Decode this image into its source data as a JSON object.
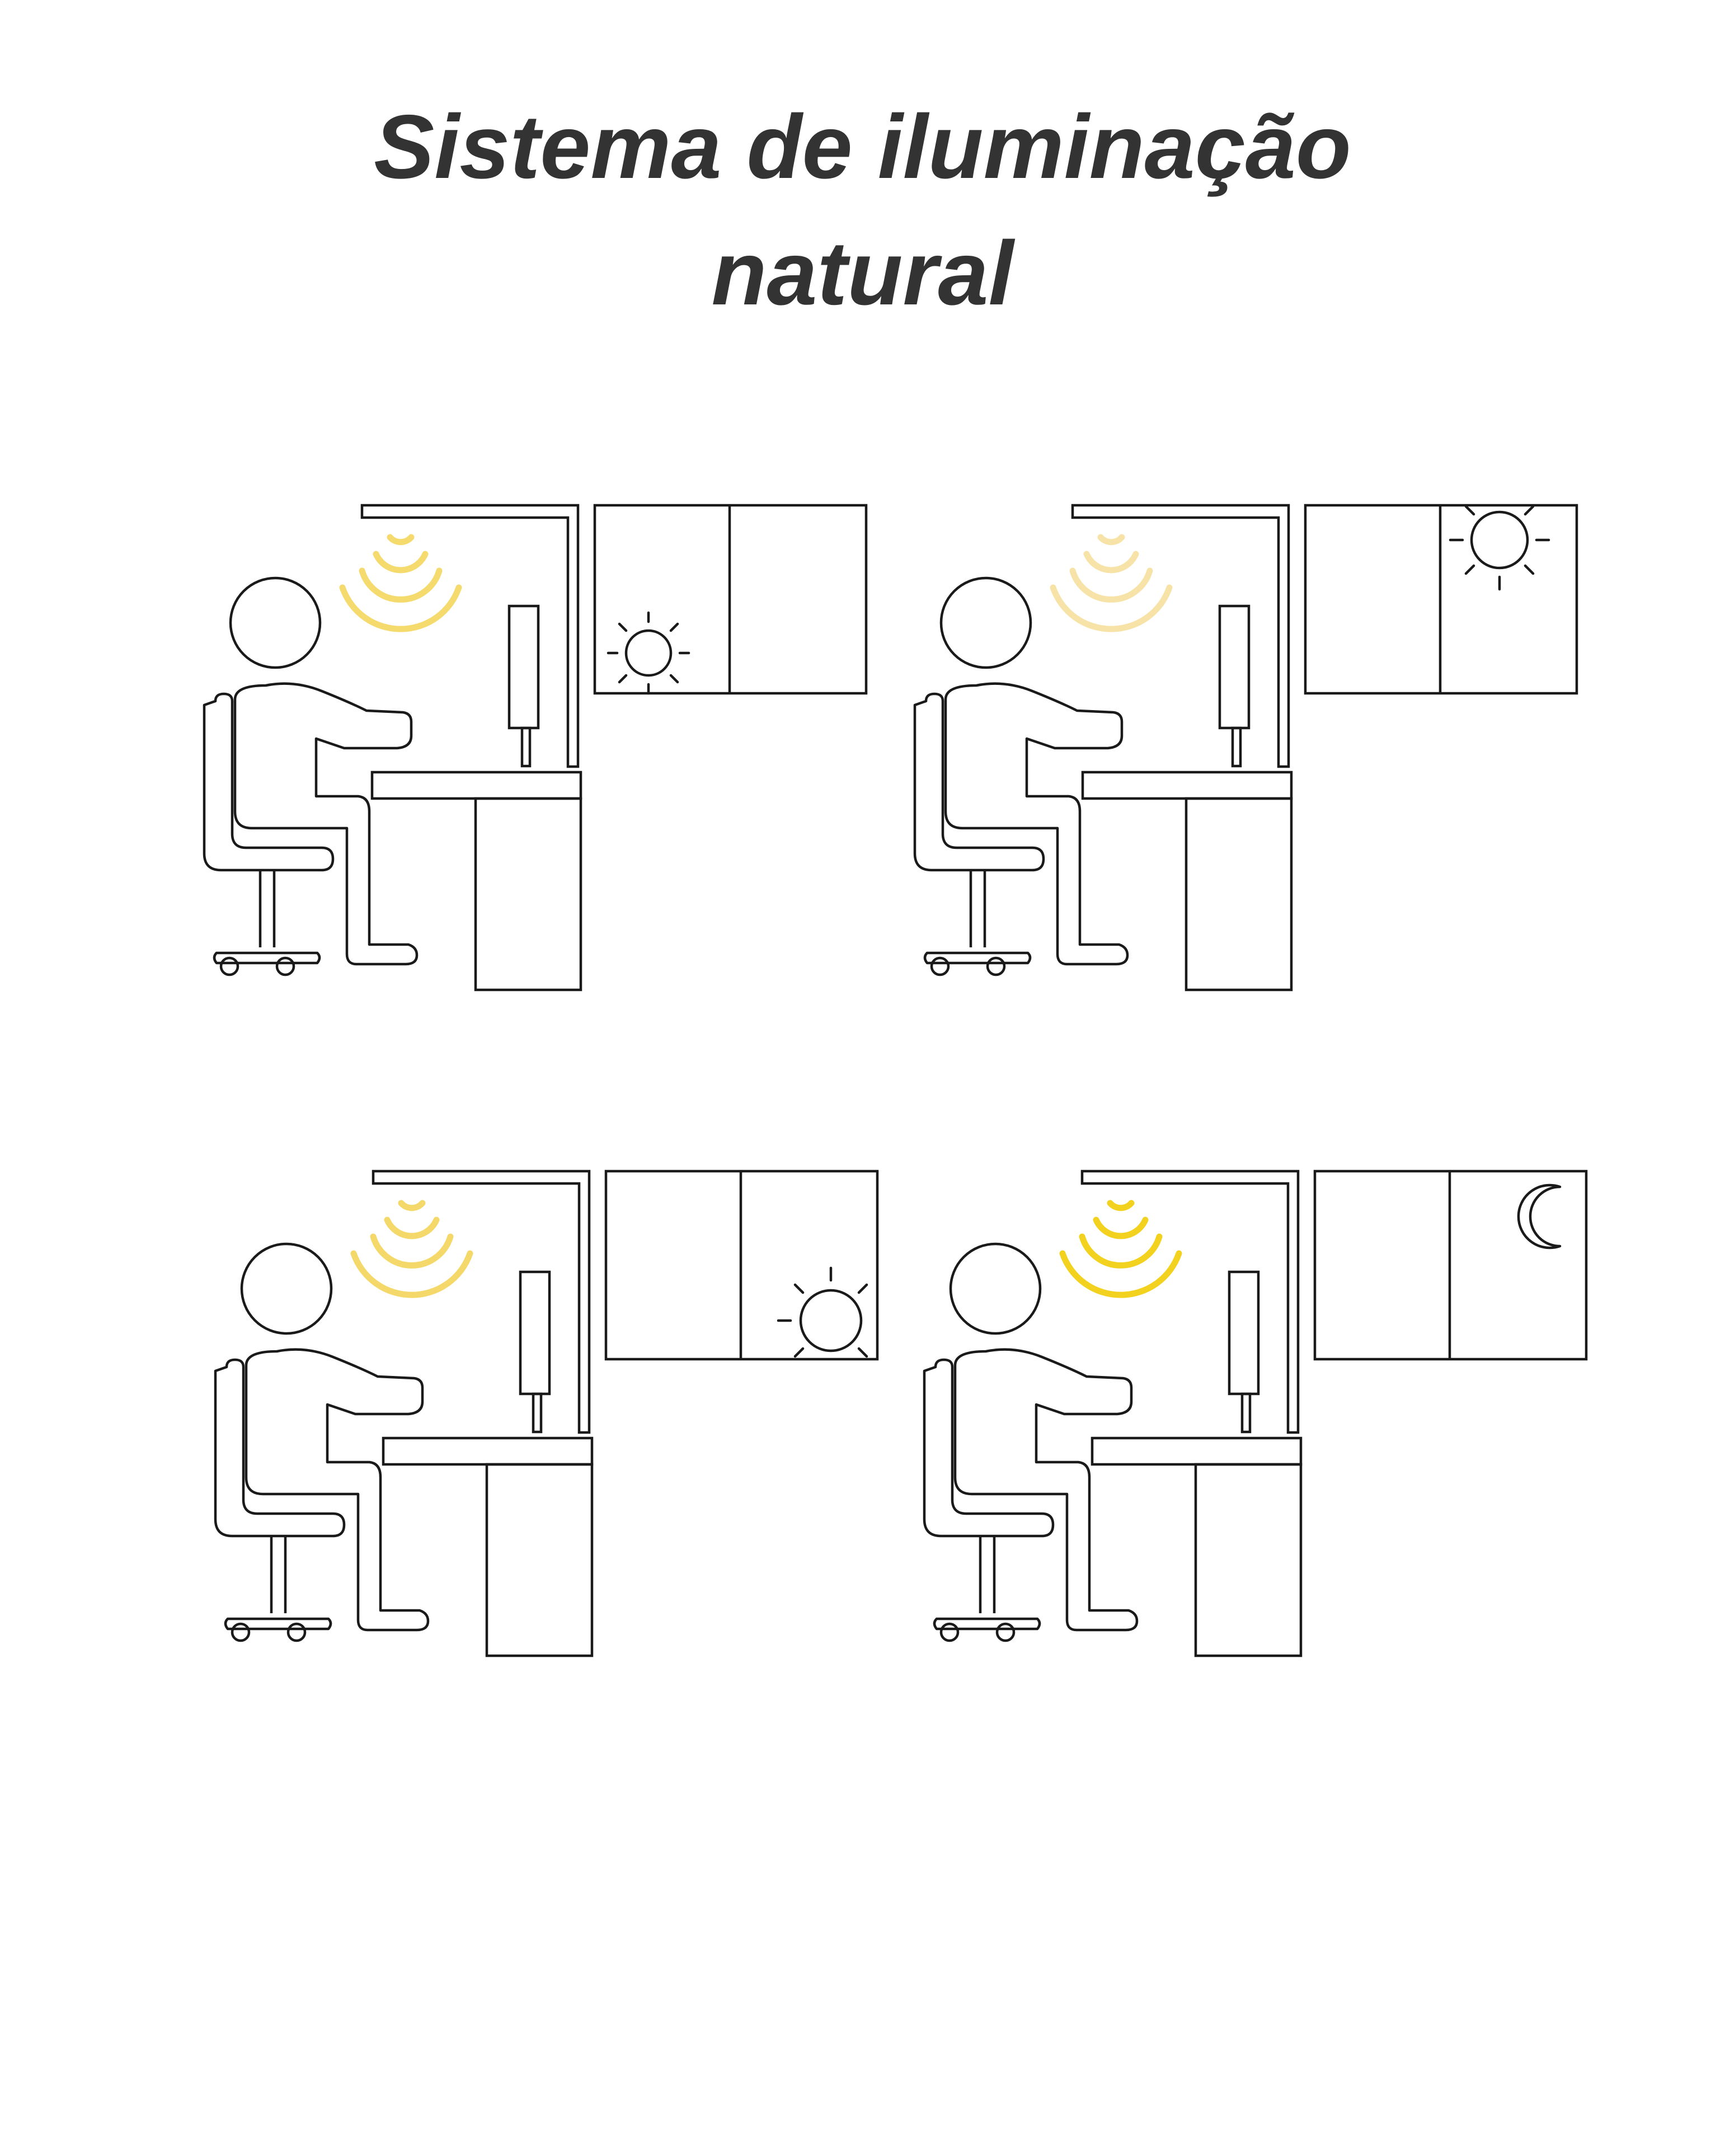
{
  "title": {
    "line1": "Sistema de iluminação",
    "line2": "natural"
  },
  "colors": {
    "outline": "#1a1a1a",
    "title_text": "#333333",
    "background": "#ffffff"
  },
  "scenes": [
    {
      "id": "scene-1",
      "sky_icon": "sun-icon",
      "sky_position": "window left pane, low",
      "lamp_light_color": "#f5da6e"
    },
    {
      "id": "scene-2",
      "sky_icon": "sun-icon",
      "sky_position": "window top middle, high",
      "lamp_light_color": "#f7e3a8"
    },
    {
      "id": "scene-3",
      "sky_icon": "sun-icon",
      "sky_position": "window right pane, low",
      "lamp_light_color": "#f5d86a"
    },
    {
      "id": "scene-4",
      "sky_icon": "moon-icon",
      "sky_position": "window right pane, top",
      "lamp_light_color": "#f2d21f"
    }
  ]
}
